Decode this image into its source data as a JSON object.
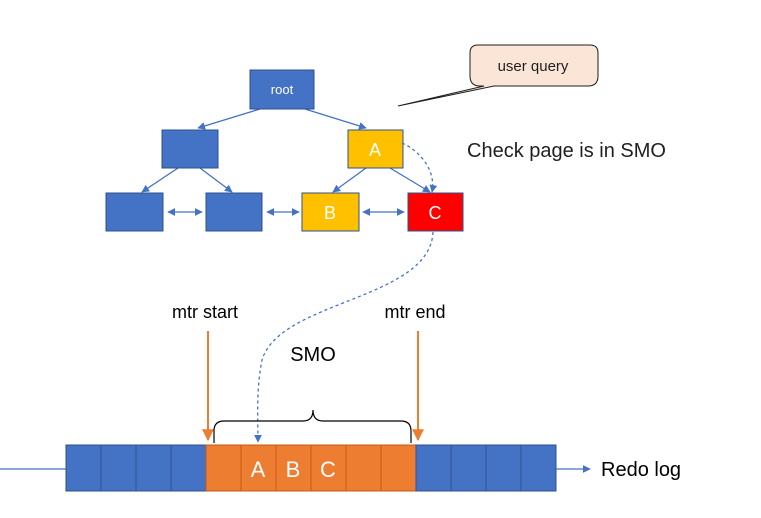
{
  "tree": {
    "root_label": "root",
    "node_a_label": "A",
    "node_b_label": "B",
    "node_c_label": "C"
  },
  "callout": {
    "text": "user query"
  },
  "check_text": "Check page is in SMO",
  "log": {
    "mtr_start_label": "mtr start",
    "mtr_end_label": "mtr end",
    "smo_label": "SMO",
    "cell_a_label": "A",
    "cell_b_label": "B",
    "cell_c_label": "C",
    "redo_log_label": "Redo log"
  },
  "colors": {
    "blue_fill": "#4472C4",
    "blue_stroke": "#2F528F",
    "yellow_fill": "#FFC000",
    "red_fill": "#FF0000",
    "orange_fill": "#ED7D31",
    "orange_stroke": "#C55A11",
    "callout_fill": "#FBE5D6"
  }
}
